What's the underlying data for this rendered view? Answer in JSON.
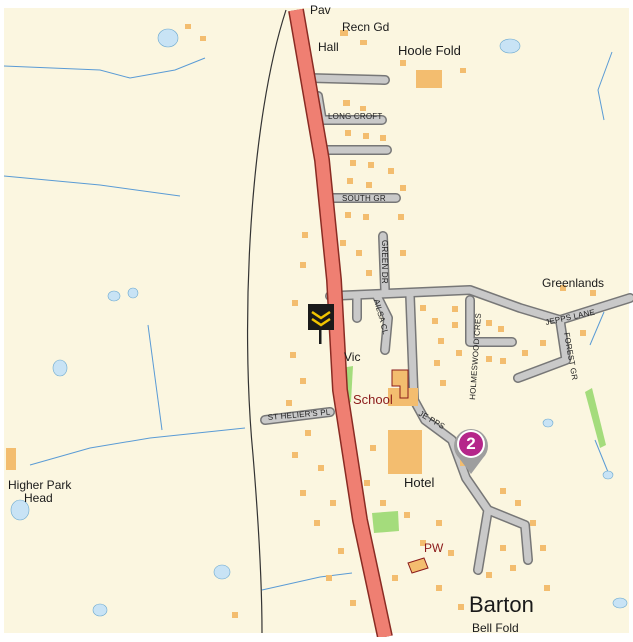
{
  "map": {
    "colors": {
      "land": "#fbf6e0",
      "main_road": "#ef7f72",
      "main_road_edge": "#8a2b23",
      "minor_road": "#c9c9c9",
      "minor_road_edge": "#777777",
      "building": "#f3bd6f",
      "water": "#c8e3f5",
      "stream": "#5a9bd5",
      "green": "#a4dc7c",
      "marker": "#b5268a",
      "railway": "#333333"
    },
    "places": {
      "pav": "Pav",
      "recn_gd": "Recn Gd",
      "hall": "Hall",
      "hoole_fold": "Hoole Fold",
      "greenlands": "Greenlands",
      "vic": "Vic",
      "school": "School",
      "hotel": "Hotel",
      "pw": "PW",
      "higher_park_head_1": "Higher Park",
      "higher_park_head_2": "Head",
      "barton": "Barton",
      "bell_fold": "Bell Fold"
    },
    "roads": {
      "long_croft": "LONG CROFT",
      "south_gr": "SOUTH GR",
      "green_dr": "GREEN DR",
      "ailsa_cl": "AILSA CL",
      "jepps_lane": "JEPPS LANE",
      "jepps": "JE  PPS",
      "holmeswood_cres": "HOLMESWOOD CRES",
      "forest_gr": "FOREST GR",
      "st_heliers_pl": "ST HELIER'S PL"
    },
    "marker": {
      "label": "2",
      "icon": "map-pin-icon"
    },
    "sign": {
      "icon": "level-crossing-sign-icon"
    }
  }
}
